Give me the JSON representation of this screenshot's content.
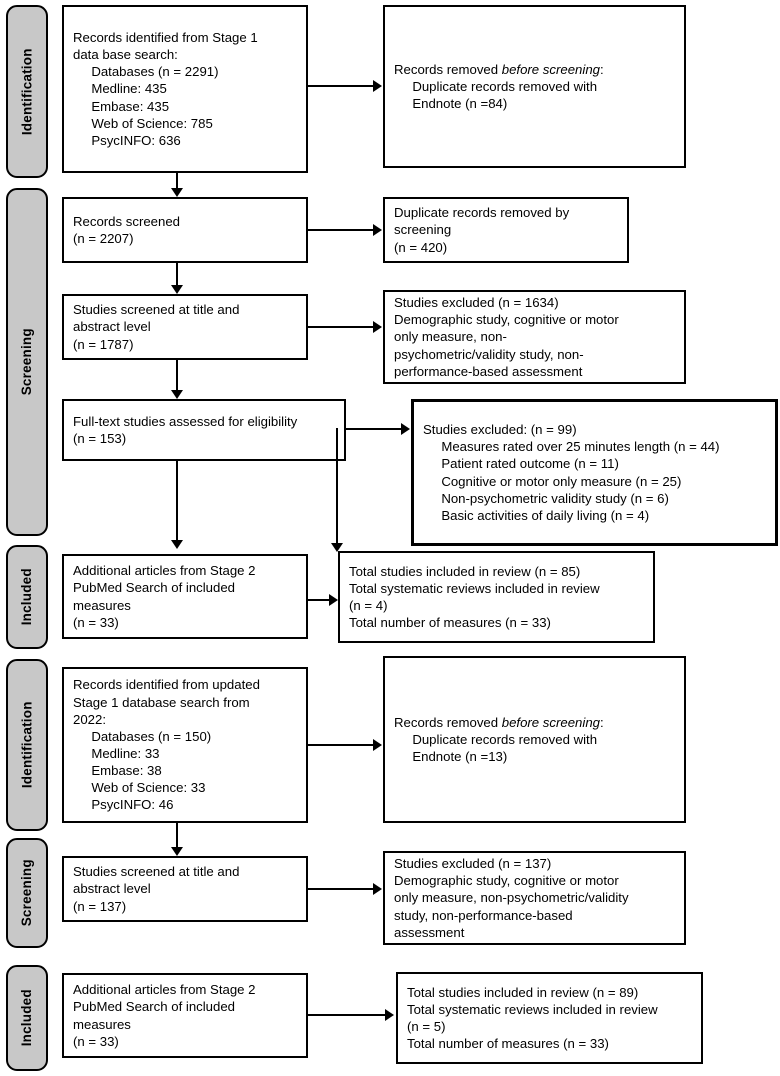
{
  "diagram": {
    "title": "PRISMA flow diagram",
    "type": "prisma-flow-diagram"
  },
  "phases": [
    {
      "id": "identification-1",
      "label": "Identification"
    },
    {
      "id": "screening-1",
      "label": "Screening"
    },
    {
      "id": "included-1",
      "label": "Included"
    },
    {
      "id": "identification-2",
      "label": "Identification"
    },
    {
      "id": "screening-2",
      "label": "Screening"
    },
    {
      "id": "included-2",
      "label": "Included"
    }
  ],
  "boxes": {
    "records_identified_stage1": {
      "name": "records-identified-stage1",
      "text": "Records identified from Stage 1\ndata base search:\n     Databases (n = 2291)\n     Medline: 435\n     Embase: 435\n     Web of Science: 785\n     PsycINFO: 636",
      "values": {
        "databases_total": 2291,
        "medline": 435,
        "embase": 435,
        "web_of_science": 785,
        "psycinfo": 636
      }
    },
    "records_removed_1": {
      "name": "records-removed-before-screening-1",
      "lead": "Records removed ",
      "lead_italic": "before screening",
      "lead_tail": ":",
      "rest": "\n     Duplicate records removed with\n     Endnote (n =84)",
      "values": {
        "endnote_duplicates": 84
      }
    },
    "records_screened": {
      "name": "records-screened",
      "text": "Records screened\n(n = 2207)",
      "values": {
        "n": 2207
      }
    },
    "duplicates_removed_screening": {
      "name": "duplicate-records-removed-by-screening",
      "text": "Duplicate records removed by\nscreening\n(n = 420)",
      "values": {
        "n": 420
      }
    },
    "studies_screened_title_abstract_1": {
      "name": "studies-screened-title-abstract-1",
      "text": "Studies screened at title and\nabstract level\n(n = 1787)",
      "values": {
        "n": 1787
      }
    },
    "studies_excluded_1634": {
      "name": "studies-excluded-1634",
      "text": "Studies excluded (n = 1634)\nDemographic study, cognitive or motor\nonly measure, non-\npsychometric/validity study, non-\nperformance-based assessment",
      "values": {
        "n": 1634
      }
    },
    "fulltext_assessed": {
      "name": "full-text-studies-assessed",
      "text": "Full-text studies assessed for eligibility\n(n = 153)",
      "values": {
        "n": 153
      }
    },
    "studies_excluded_99": {
      "name": "studies-excluded-99",
      "text": "Studies excluded: (n = 99)\n     Measures rated over 25 minutes length (n = 44)\n     Patient rated outcome (n = 11)\n     Cognitive or motor only measure (n = 25)\n     Non-psychometric validity study (n = 6)\n     Basic activities of daily living (n = 4)",
      "values": {
        "total": 99,
        "over_25_minutes": 44,
        "patient_rated_outcome": 11,
        "cognitive_or_motor_only": 25,
        "non_psychometric_validity": 6,
        "basic_adl": 4
      }
    },
    "additional_articles_1": {
      "name": "additional-articles-stage2-pubmed-1",
      "text": "Additional articles from Stage 2\nPubMed Search of included\nmeasures\n(n = 33)",
      "values": {
        "n": 33
      }
    },
    "total_included_1": {
      "name": "total-included-in-review-1",
      "text": "Total studies included in review (n = 85)\nTotal systematic reviews included in review\n(n = 4)\nTotal number of measures (n = 33)",
      "values": {
        "studies": 85,
        "systematic_reviews": 4,
        "measures": 33
      }
    },
    "records_identified_updated": {
      "name": "records-identified-updated-stage1",
      "text": "Records identified from updated\nStage 1 database search from\n2022:\n     Databases (n = 150)\n     Medline: 33\n     Embase: 38\n     Web of Science: 33\n     PsycINFO: 46",
      "values": {
        "year": 2022,
        "databases_total": 150,
        "medline": 33,
        "embase": 38,
        "web_of_science": 33,
        "psycinfo": 46
      }
    },
    "records_removed_2": {
      "name": "records-removed-before-screening-2",
      "lead": "Records removed ",
      "lead_italic": "before screening",
      "lead_tail": ":",
      "rest": "\n     Duplicate records removed with\n     Endnote (n =13)",
      "values": {
        "endnote_duplicates": 13
      }
    },
    "studies_screened_title_abstract_2": {
      "name": "studies-screened-title-abstract-2",
      "text": "Studies screened at title and\nabstract level\n(n = 137)",
      "values": {
        "n": 137
      }
    },
    "studies_excluded_137": {
      "name": "studies-excluded-137",
      "text": "Studies excluded (n = 137)\nDemographic study, cognitive or motor\nonly measure, non-psychometric/validity\nstudy, non-performance-based\nassessment",
      "values": {
        "n": 137
      }
    },
    "additional_articles_2": {
      "name": "additional-articles-stage2-pubmed-2",
      "text": "Additional articles from Stage 2\nPubMed Search of included\nmeasures\n(n = 33)",
      "values": {
        "n": 33
      }
    },
    "total_included_2": {
      "name": "total-included-in-review-2",
      "text": "Total studies included in review (n = 89)\nTotal systematic reviews included in review\n(n = 5)\nTotal number of measures (n = 33)",
      "values": {
        "studies": 89,
        "systematic_reviews": 5,
        "measures": 33
      }
    }
  },
  "colors": {
    "phase_fill": "#c8c8c8",
    "stroke": "#000000",
    "box_fill": "#ffffff"
  }
}
